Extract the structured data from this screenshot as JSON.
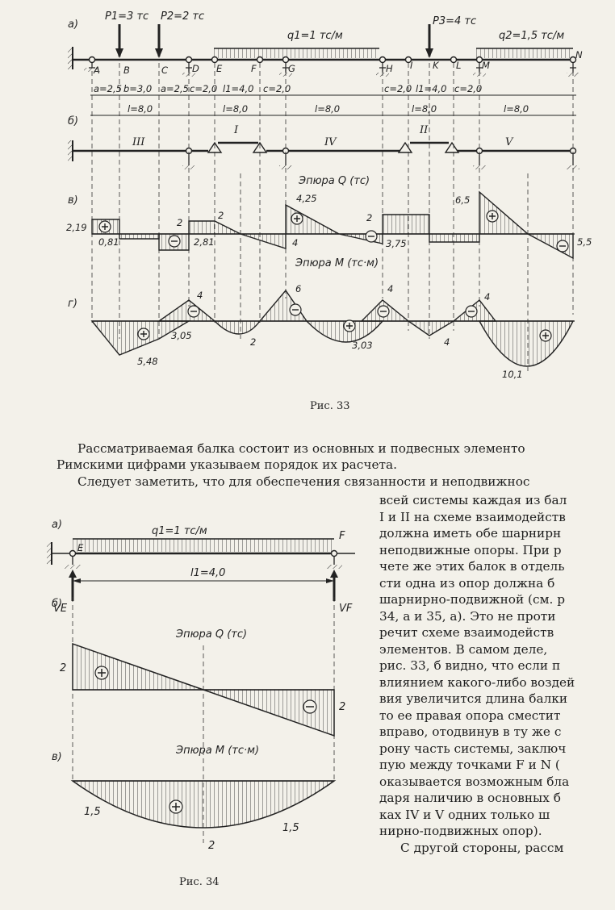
{
  "fig33": {
    "caption": "Рис. 33",
    "panel_labels": [
      "а)",
      "б)",
      "в)",
      "г)"
    ],
    "loads": {
      "p1": "P1=3 тс",
      "p2": "P2=2 тс",
      "q1": "q1=1 тс/м",
      "p3": "P3=4 тс",
      "q2": "q2=1,5 тс/м"
    },
    "points": [
      "A",
      "B",
      "C",
      "D",
      "E",
      "F",
      "G",
      "H",
      "I",
      "K",
      "L",
      "M",
      "N"
    ],
    "dimensions_row1": [
      "a=2,5",
      "b=3,0",
      "a=2,5",
      "c=2,0",
      "l1=4,0",
      "c=2,0",
      "c=2,0",
      "l1=4,0",
      "c=2,0"
    ],
    "dimensions_row2": [
      "l=8,0",
      "l=8,0",
      "l=8,0",
      "l=8,0",
      "l=8,0"
    ],
    "elements": [
      "III",
      "I",
      "IV",
      "II",
      "V"
    ],
    "q_title": "Эпюра Q (тс)",
    "m_title": "Эпюра M (тс·м)",
    "q_labels": [
      "2,19",
      "0,81",
      "2",
      "2,81",
      "2",
      "4",
      "4,25",
      "2",
      "3,75",
      "6,5",
      "5,5"
    ],
    "m_labels": [
      "4",
      "6",
      "4",
      "4",
      "3,05",
      "5,48",
      "2",
      "3,03",
      "4",
      "10,1"
    ]
  },
  "paragraph1": [
    "Рассматриваемая балка состоит из основных и подвесных элементо",
    "Римскими цифрами указываем порядок их расчета."
  ],
  "paragraph2_first": "Следует заметить, что для обеспечения связанности и неподвижнос",
  "paragraph2_lines": [
    "всей системы каждая из бал",
    "I и II на схеме взаимодейств",
    "должна иметь обе шарнирн",
    "неподвижные опоры. При р",
    "чете же этих балок в отдель",
    "сти одна из опор должна б",
    "шарнирно-подвижной (см. р",
    "34, а и 35, а). Это не проти",
    "речит схеме взаимодейств",
    "элементов. В самом деле,",
    "рис. 33, б видно, что если п",
    "влиянием какого-либо воздей",
    "вия увеличится длина балки",
    "то ее правая опора сместит",
    "вправо, отодвинув в ту же с",
    "рону часть системы, заключ",
    "пую между точками F и N (",
    "оказывается возможным бла",
    "даря наличию в основных б",
    "ках IV и V одних только ш",
    "нирно-подвижных опор).",
    "С другой стороны, рассм"
  ],
  "fig34": {
    "caption": "Рис. 34",
    "panel_labels": [
      "а)",
      "б)",
      "в)"
    ],
    "load": "q1=1 тс/м",
    "supports": [
      "E",
      "F"
    ],
    "reactions": [
      "VE",
      "VF"
    ],
    "span": "l1=4,0",
    "q_title": "Эпюра Q (тс)",
    "m_title": "Эпюра M (тс·м)",
    "q_labels": [
      "2",
      "2"
    ],
    "m_labels": [
      "1,5",
      "1,5",
      "2"
    ]
  }
}
